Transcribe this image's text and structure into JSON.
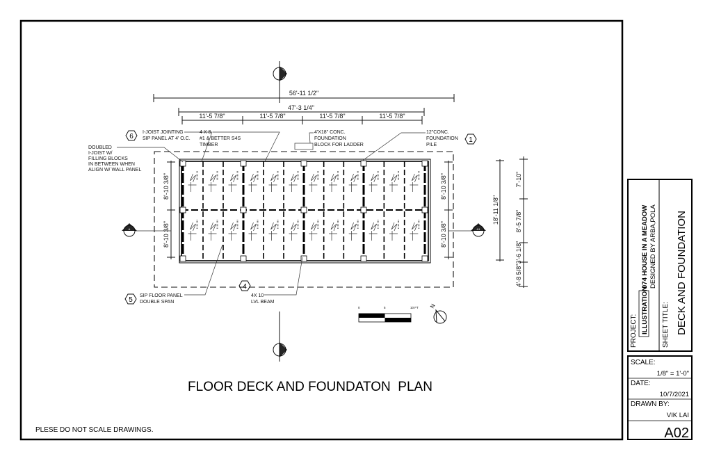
{
  "drawing": {
    "title": "FLOOR DECK AND FOUNDATON  PLAN",
    "note": "PLESE DO NOT SCALE DRAWINGS.",
    "dimensions": {
      "overall": "56'-11 1/2\"",
      "frame": "47'-3 1/4\"",
      "bays": [
        "11'-5 7/8\"",
        "11'-5 7/8\"",
        "11'-5 7/8\"",
        "11'-5 7/8\""
      ],
      "left": [
        "8'-10 3/8\"",
        "8'-10 3/8\""
      ],
      "right": [
        "8'-10 3/8\"",
        "8'-10 3/8\""
      ],
      "depth": "18'-11 1/8\"",
      "outer_right": [
        "7'-10\"",
        "8'-5 7/8\"",
        "3'-6 1/8\"",
        "4'-8 5/8\""
      ]
    },
    "callouts": {
      "c6": {
        "num": "6",
        "lines": [
          "I-JOIST JOINTING",
          "SIP PANEL AT 4' O.C."
        ]
      },
      "timber": {
        "lines": [
          "4 X 8",
          "#1 & BETTER S4S",
          "TIMBER"
        ]
      },
      "block": {
        "lines": [
          "4'X18\" CONC.",
          "FOUNDATION",
          "BLOCK FOR LADDER"
        ]
      },
      "c1": {
        "num": "1",
        "lines": [
          "12\"CONC.",
          "FOUNDATION",
          "PILE"
        ]
      },
      "doubled": {
        "lines": [
          "DOUBLED",
          "I-JOIST W/",
          "FILLING BLOCKS",
          "IN BETWEEN WHEN",
          "ALIGN W/ WALL PANEL"
        ]
      },
      "c5": {
        "num": "5",
        "lines": [
          "SIP FLOOR PANEL",
          "DOUBLE SPAN"
        ]
      },
      "c4": {
        "num": "4",
        "lines": [
          "4X 10",
          "LVL BEAM"
        ]
      }
    },
    "sections": {
      "left": "A",
      "right": "A1"
    },
    "scale_bar": {
      "labels": [
        "0",
        "5",
        "10 FT"
      ]
    },
    "north": "N"
  },
  "title_block": {
    "project_label": "PROJECT:",
    "project_tag": "ILLUSTRATION",
    "project_name": "074 HOUSE IN A MEADOW",
    "designer": "DESIGNED BY ARBA,POLA",
    "sheet_title_label": "SHEET TITLE:",
    "sheet_title": "DECK AND FOUNDATION",
    "scale_label": "SCALE:",
    "scale": "1/8\" = 1'-0\"",
    "date_label": "DATE:",
    "date": "10/7/2021",
    "drawn_label": "DRAWN BY:",
    "drawn_by": "VIK LAI",
    "sheet_number": "A02"
  }
}
